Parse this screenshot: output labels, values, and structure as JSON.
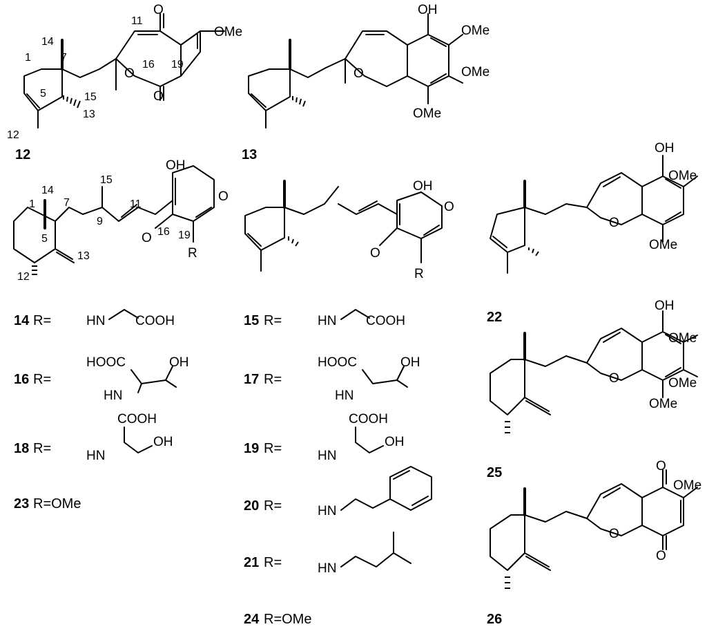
{
  "compounds": [
    {
      "id": "12"
    },
    {
      "id": "13"
    },
    {
      "id": "14"
    },
    {
      "id": "15"
    },
    {
      "id": "16"
    },
    {
      "id": "17"
    },
    {
      "id": "18"
    },
    {
      "id": "19"
    },
    {
      "id": "20"
    },
    {
      "id": "21"
    },
    {
      "id": "22"
    },
    {
      "id": "23"
    },
    {
      "id": "24"
    },
    {
      "id": "25"
    },
    {
      "id": "26"
    }
  ],
  "labels": {
    "r_eq": "R=",
    "r_eq_ome": "R=OMe"
  },
  "atoms": {
    "o": "O",
    "oh": "OH",
    "ome": "OMe",
    "hn": "HN",
    "cooh": "COOH",
    "hooc": "HOOC",
    "r": "R"
  },
  "numbering": {
    "n1": "1",
    "n5": "5",
    "n7": "7",
    "n9": "9",
    "n11": "11",
    "n12": "12",
    "n13": "13",
    "n14": "14",
    "n15": "15",
    "n16": "16",
    "n19": "19"
  }
}
